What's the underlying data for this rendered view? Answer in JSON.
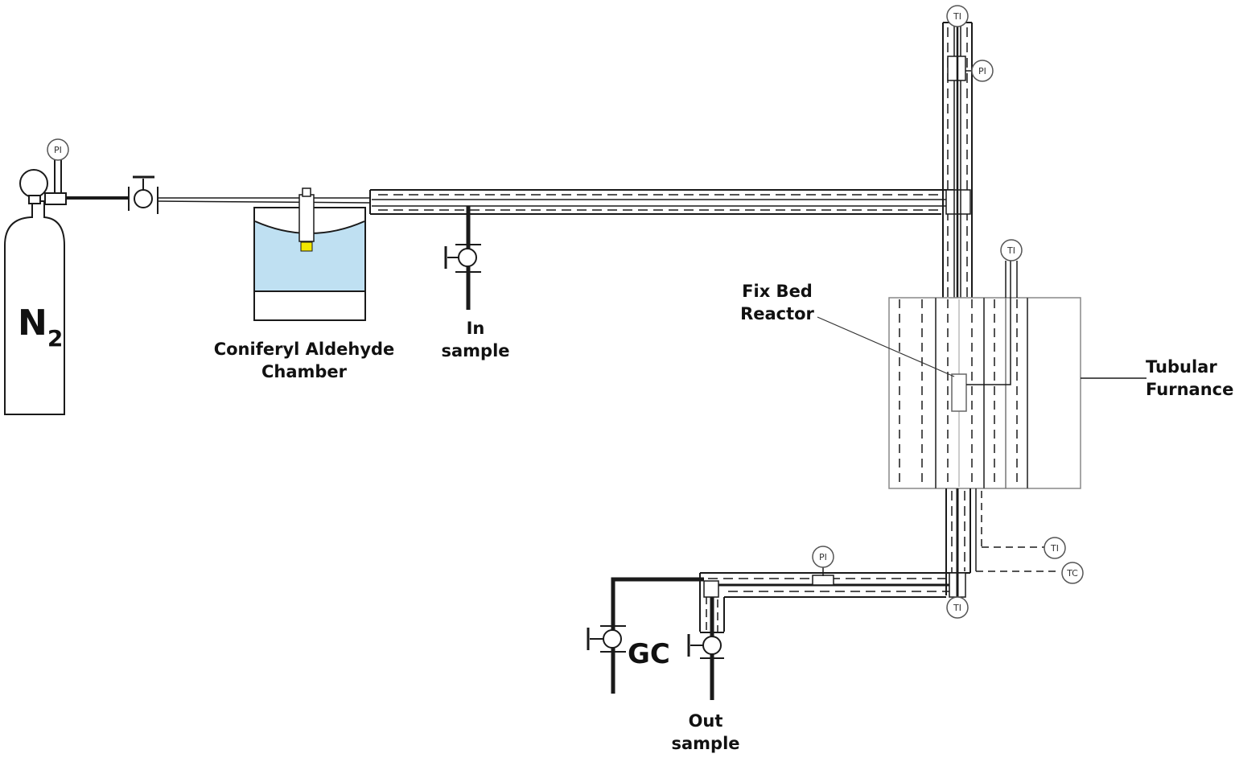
{
  "labels": {
    "n2_main": "N",
    "n2_sub": "2",
    "chamber_line1": "Coniferyl Aldehyde",
    "chamber_line2": "Chamber",
    "in_sample_line1": "In",
    "in_sample_line2": "sample",
    "reactor_line1": "Fix Bed",
    "reactor_line2": "Reactor",
    "furnace_line1": "Tubular",
    "furnace_line2": "Furnance",
    "gc": "GC",
    "out_sample_line1": "Out",
    "out_sample_line2": "sample"
  },
  "instruments": {
    "pi_cylinder": "PI",
    "ti_top": "TI",
    "pi_top": "PI",
    "ti_furnace": "TI",
    "pi_outlet": "PI",
    "ti_outlet": "TI",
    "ti_side": "TI",
    "tc_side": "TC"
  },
  "colors": {
    "liquid": "#bfe0f2",
    "wick": "#f2e600",
    "line": "#1a1a1a"
  }
}
